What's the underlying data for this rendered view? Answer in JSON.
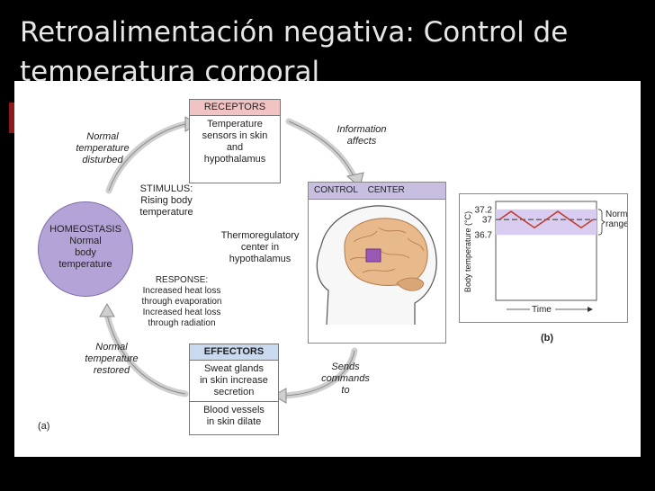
{
  "slide": {
    "title": " Retroalimentación negativa: Control de\ntemperatura corporal"
  },
  "diagram": {
    "receptors": {
      "header": "RECEPTORS",
      "body": "Temperature\nsensors in skin\nand\nhypothalamus"
    },
    "control_center": {
      "title": "CONTROL    CENTER"
    },
    "homeostasis": "HOMEOSTASIS\nNormal\nbody\ntemperature",
    "effectors": {
      "header": "EFFECTORS",
      "item1": "Sweat glands\nin skin increase\nsecretion",
      "item2": "Blood vessels\nin skin dilate"
    },
    "normal_disturbed": "Normal\ntemperature\ndisturbed",
    "stimulus": "STIMULUS:\nRising body\ntemperature",
    "information_affects": "Information\naffects",
    "thermoregulatory": "Thermoregulatory\ncenter in\nhypothalamus",
    "response": "RESPONSE:\nIncreased heat loss\nthrough evaporation\nIncreased heat loss\nthrough radiation",
    "normal_restored": "Normal\ntemperature\nrestored",
    "sends_commands": "Sends\ncommands\nto",
    "panel_a": "(a)",
    "panel_b": "(b)"
  },
  "chart_data": {
    "type": "line",
    "ylabel": "Body temperature (°C)",
    "xlabel": "Time",
    "y_ticks": [
      "37.2",
      "37",
      "36.7"
    ],
    "normal_range_label": "Normal\nrange",
    "normal_range": [
      36.7,
      37.2
    ],
    "setpoint": 37,
    "series": [
      {
        "values": [
          37.0,
          37.16,
          37.0,
          36.84,
          37.0,
          37.16,
          37.0,
          36.84,
          37.0
        ]
      }
    ]
  },
  "colors": {
    "receptor_header": "#f2c3c3",
    "control_header": "#c8bfe0",
    "effector_header": "#c9d9f0",
    "homeostasis": "#b3a3d6",
    "range_band": "#d8cdf0",
    "curve": "#c0392b",
    "arrow": "#cfcfcf"
  }
}
